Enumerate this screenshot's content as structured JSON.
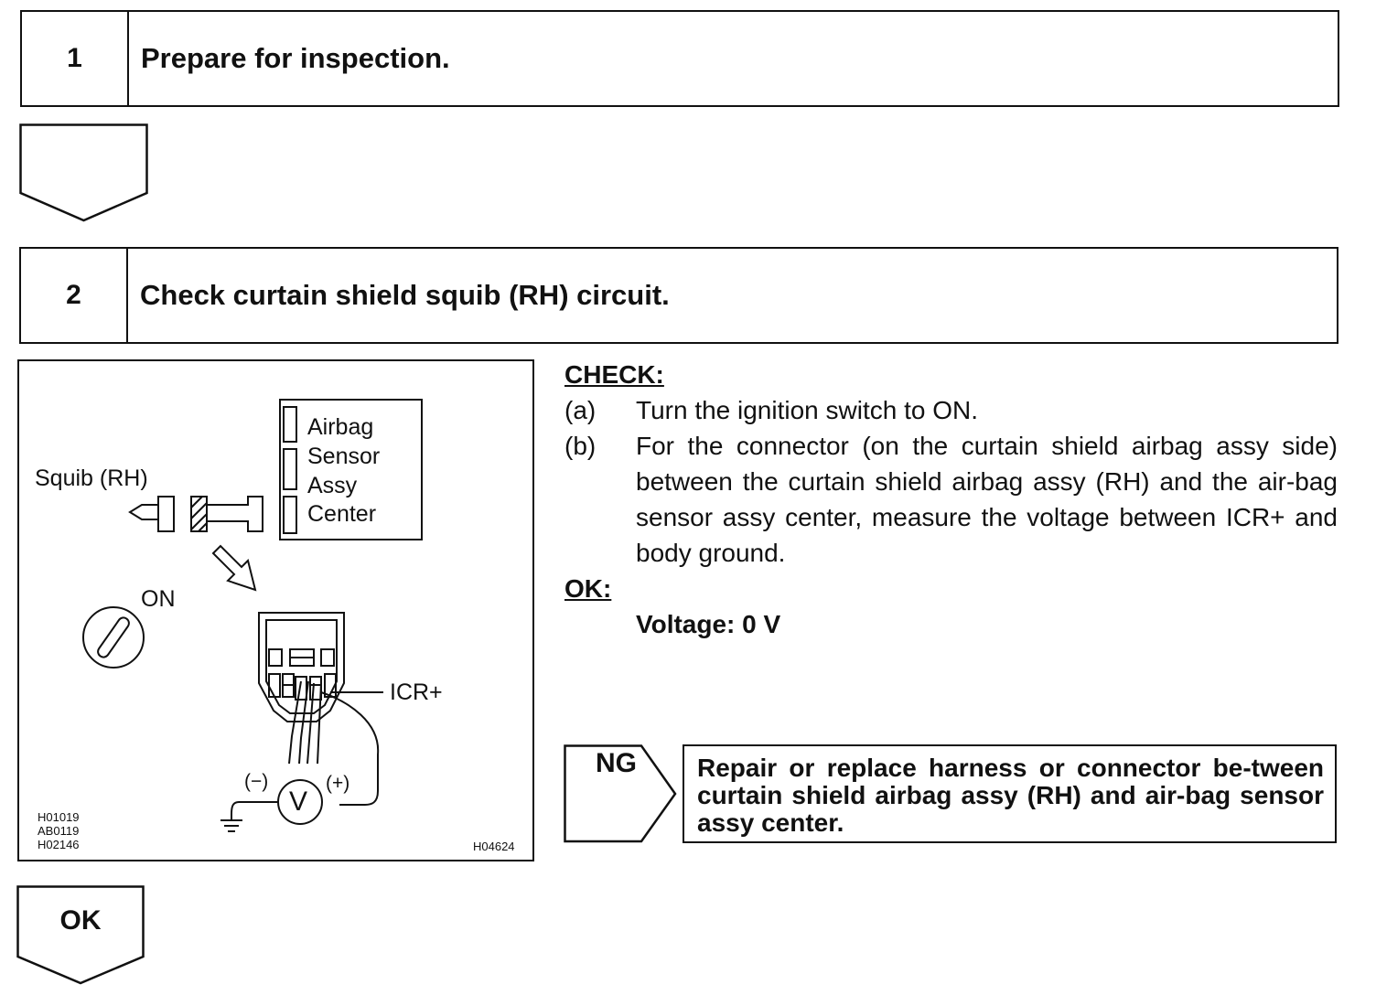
{
  "steps": [
    {
      "number": "1",
      "title": "Prepare for inspection."
    },
    {
      "number": "2",
      "title": "Check curtain shield squib (RH) circuit."
    }
  ],
  "figure": {
    "squib_label": "Squib (RH)",
    "ecu_label_lines": [
      "Airbag",
      "Sensor",
      "Assy",
      "Center"
    ],
    "ignition_label": "ON",
    "terminal_label": "ICR+",
    "meter_symbol": "V",
    "meter_neg": "(−)",
    "meter_pos": "(+)",
    "codes_left": [
      "H01019",
      "AB0119",
      "H02146"
    ],
    "code_right": "H04624"
  },
  "check": {
    "heading": "CHECK:",
    "items": [
      {
        "label": "(a)",
        "text": "Turn the ignition switch to ON."
      },
      {
        "label": "(b)",
        "text": "For the connector (on the curtain shield airbag assy side) between the curtain shield airbag assy (RH) and the air-bag sensor assy center, measure the voltage between ICR+ and body ground."
      }
    ],
    "ok_heading": "OK:",
    "ok_spec": "Voltage: 0 V"
  },
  "ng": {
    "label": "NG",
    "action": "Repair or replace harness or connector be-tween curtain shield airbag assy (RH) and air-bag sensor assy center."
  },
  "ok_flow_label": "OK"
}
